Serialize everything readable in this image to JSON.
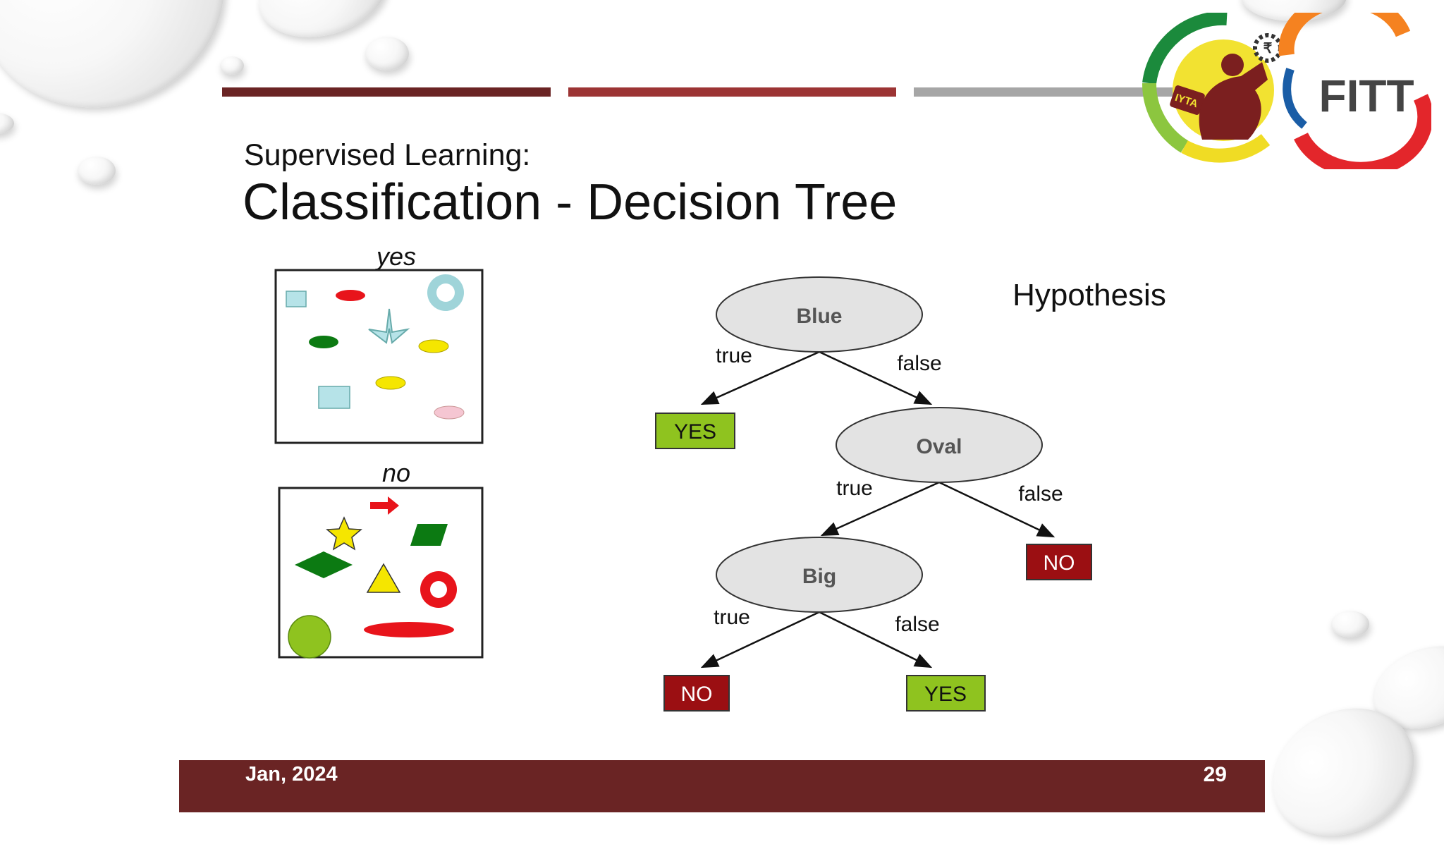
{
  "slide": {
    "subtitle": "Supervised Learning:",
    "title": "Classification - Decision Tree"
  },
  "examples": {
    "yes_label": "yes",
    "no_label": "no"
  },
  "tree": {
    "hypothesis_label": "Hypothesis",
    "nodes": {
      "blue": "Blue",
      "oval": "Oval",
      "big": "Big"
    },
    "edges": {
      "true": "true",
      "false": "false"
    },
    "leaves": {
      "yes": "YES",
      "no": "NO"
    }
  },
  "footer": {
    "date": "Jan, 2024",
    "page": "29"
  },
  "logo": {
    "text": "FITT",
    "badge": "IYTA",
    "gear_symbol": "₹"
  },
  "colors": {
    "accent_dark": "#6a2424",
    "accent_red": "#9c3434",
    "accent_gray": "#a6a6a6",
    "yes_leaf": "#8fc31f",
    "no_leaf": "#9b0f12"
  }
}
